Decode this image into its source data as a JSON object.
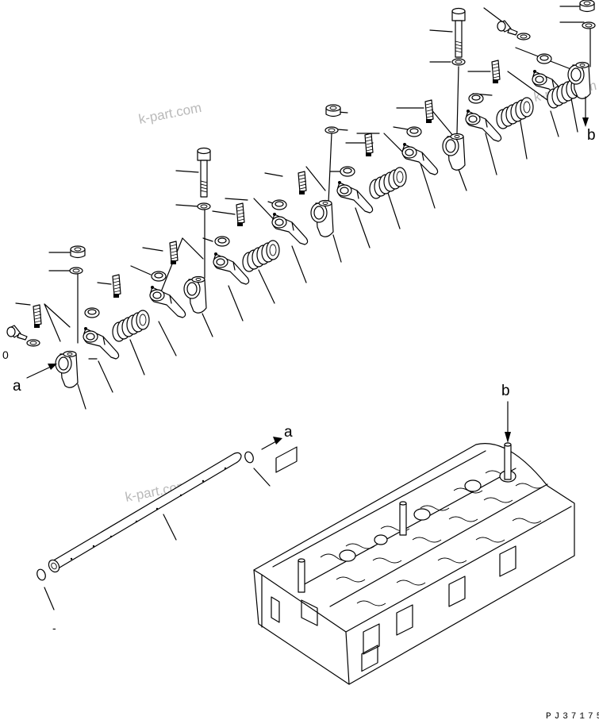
{
  "labels": {
    "a_upper": "a",
    "a_lower": "a",
    "b_upper": "b",
    "b_lower": "b",
    "zero": "0",
    "dash": "-"
  },
  "watermark": "k-part.com",
  "drawing_code": "PJ37175"
}
